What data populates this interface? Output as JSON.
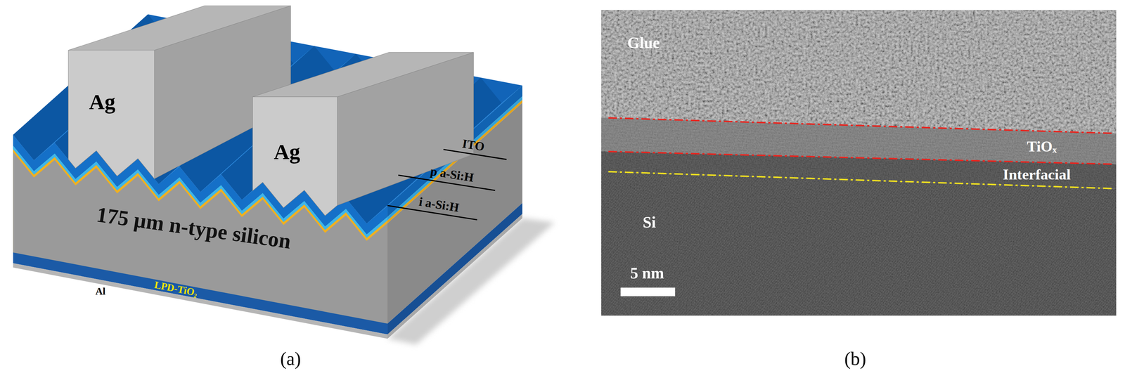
{
  "diagram": {
    "nodes": [
      {
        "text": [
          "Ag"
        ]
      },
      {
        "text": [
          "Ag"
        ]
      }
    ],
    "labels": [
      "ITO",
      "p a-Si:H",
      "i a-Si:H",
      "175 µm n-type silicon",
      "LPD-TiO₂",
      "Al",
      "(a)",
      "Glue",
      "TiOₓ",
      "Interfacial",
      "Si",
      "5 nm",
      "(b)"
    ]
  }
}
